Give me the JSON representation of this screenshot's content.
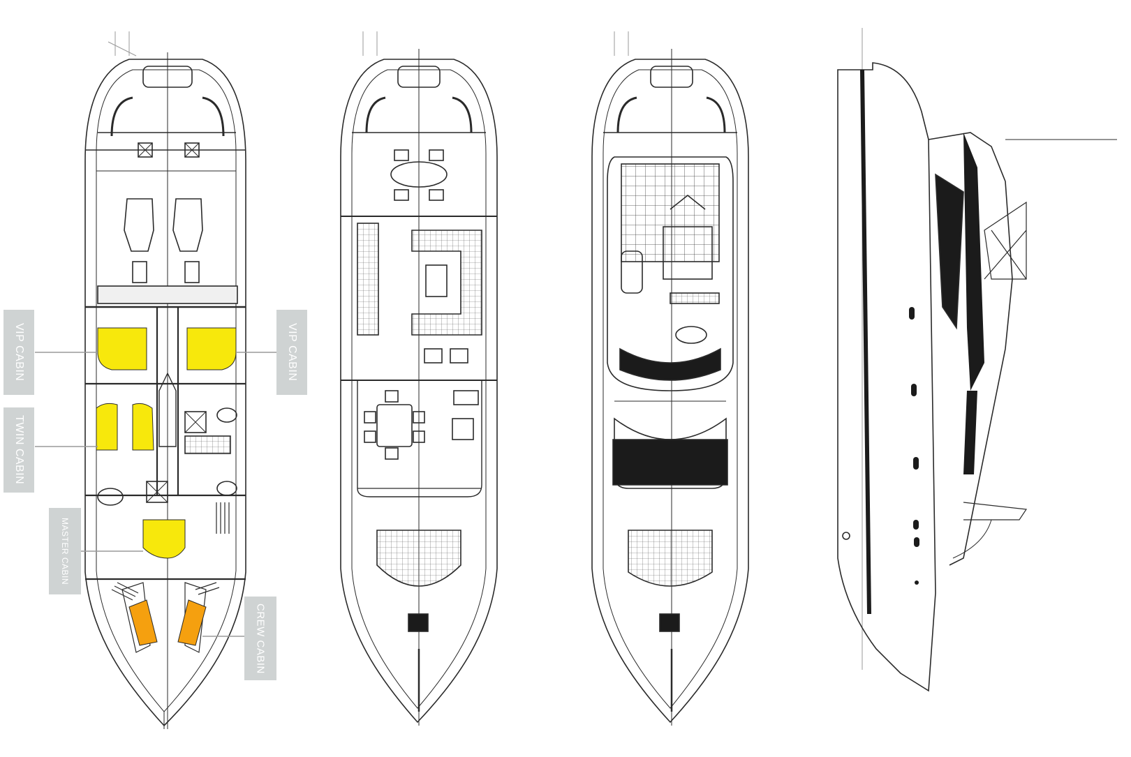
{
  "labels": {
    "vip_left": "VIP CABIN",
    "vip_right": "VIP CABIN",
    "twin": "TWIN CABIN",
    "master": "MASTER CABIN",
    "crew": "CREW CABIN"
  },
  "colors": {
    "line": "#2a2a2a",
    "light_line": "#9a9a9a",
    "cabin_yellow": "#f7e80c",
    "crew_orange": "#f5a00f",
    "label_bg": "#cfd3d3",
    "label_text": "#ffffff",
    "dark_fill": "#1b1b1b"
  },
  "views": [
    "lower-deck",
    "main-deck",
    "flybridge",
    "profile"
  ]
}
